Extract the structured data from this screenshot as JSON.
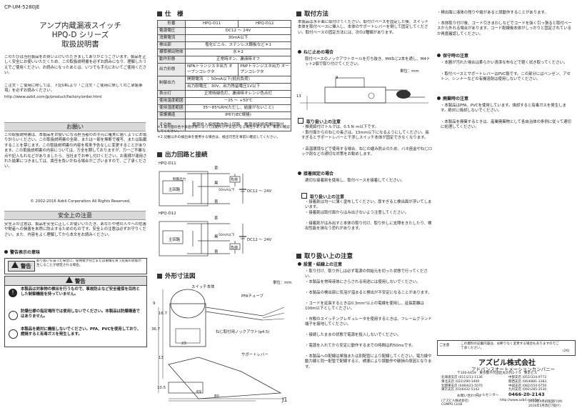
{
  "doc_code": "CP-UM-5280JE",
  "title": [
    "アンプ内蔵漏液スイッチ",
    "HPQ-D シリーズ",
    "取扱説明書"
  ],
  "intro": "このたびは当社製品をお買い上げいただきましてありがとうございます。製品を正しく安全にお使いいただくため、この取扱説明書を必ずお読みになり、理解したうえでご使用ください。お読みになったあとは、いつでも手元においてご使用ください。",
  "intro2": "ご注文・ご使用に際しては、下記URLより「ご注文・ご使用に際してのご承諾事項」を必ずお読みください。",
  "url": "http://www.azbil.com/jp/product/factory/order.html",
  "request": {
    "title": "お願い",
    "body": "この取扱説明書は、本製品をお使いになる担当者のお手元に確実に届くようにお取り計らいください。この取扱説明書の全部、または一部を無断で複写、または転載することを禁じます。この取扱説明書の内容を将来予告なしに変更することがあります。この取扱説明書の内容については、万全を期しておりますが、万一ご不審な点や記入もれなどがありましたら、当社までお申し付けください。お客様が運用された結果につきましては、責任を負いかねる場合がございますので、ご了承ください。",
    "copyright": "© 2002-2016 Azbil Corporation All Rights Reserved."
  },
  "safety": {
    "title": "安全上の注意",
    "body": "安全上の注意は、製品を安全に正しくお使いいただき、あなたや他の人々への危害や財産への損害を未然に防止するためのものです。安全上の注意は必ずお守りください。また、内容をよく理解してから本文をお読みください。",
    "symbols_head": "警告表示の意味",
    "warn_label": "警告",
    "warn_text": "取り扱いを誤った場合に、使用者が死亡または重傷を負う危険の状態が生じることが想定される場合。",
    "warn_title": "警告",
    "w1": "本製品は対象物の検出を行うもので、事故防止など安全確保を目的とした制御機能を持っていません。",
    "w2": "防爆仕様の指定場所では使用しないでください。本製品は防爆構造ではありません。",
    "w3": "本製品を絶対に機能しないでください。PFA、PVCを使用しており、燃焼すると有毒ガスを発生します。"
  },
  "spec": {
    "title": "仕　様",
    "rows": [
      [
        "形番",
        "HPQ-D11",
        "HPQ-D12"
      ],
      [
        "電源電圧",
        "DC12 ～ 24V",
        ""
      ],
      [
        "消費電流",
        "30mA以下",
        ""
      ],
      [
        "検出部",
        "塩化ビニル、ステンレス鋼板など＊1",
        ""
      ],
      [
        "標準検出物体",
        "水＊2",
        ""
      ],
      [
        "動作形態",
        "正常時オン、漏液時オフ",
        ""
      ],
      [
        "出力形態",
        "NPNトランジスタ出力 オープンコレクタ",
        "PNPトランジスタ出力 オープンコレクタ"
      ],
      [
        "制御出力",
        "開閉電流　：50mA以下(抵抗負荷)",
        ""
      ],
      [
        "",
        "出力耐電圧：30V、出力残留電圧1V以下",
        ""
      ],
      [
        "表示灯",
        "正常時緑色灯、漏液時オレンジ色点灯",
        ""
      ],
      [
        "使用温度範囲",
        "－25 ～ +50℃",
        ""
      ],
      [
        "使用湿度範囲",
        "35～85%RH(ただし、結露がないこと)",
        ""
      ],
      [
        "保護構造",
        "IP67(IEC規格)",
        ""
      ],
      [
        "その他",
        "電源投入時誤動作防止回路、電源逆接続保護回路付",
        ""
      ]
    ],
    "note1": "＊1 取付面の色や表面状態によっては動作が不安定になる場合があります。事前に確認してください。",
    "note2": "＊2 記載以外の検出体を使用する場合は、検出可否を事前に確認してください。"
  },
  "circuit": {
    "title": "出力回路と接続",
    "d11": "HPQ-D11",
    "d12": "HPQ-D12",
    "main": "主回路",
    "brown": "茶",
    "blue": "青",
    "black": "黒",
    "load": "負荷",
    "ma": "50mA以下",
    "dc": "DC12 ～ 24V",
    "protect": "制御出力"
  },
  "dims": {
    "title": "外形寸法図",
    "unit": "単位：mm",
    "body": "スイッチ本体",
    "pfa": "PFAチューブ",
    "knock": "ねじ取付用ノックアウト(φ4.5)",
    "lever": "サポートレバー",
    "d1": "9",
    "d2": "16.7",
    "d3": "36.7",
    "d4": "23",
    "d5": "13",
    "d6": "10.5",
    "d7": "69",
    "d8": "80"
  },
  "mount": {
    "title": "取付方法",
    "body": "本製品は水平面に取付けてください。取付けベースを固定した後、スイッチ本体を取付ベースに挿入し、本体のサポートレバーを倒して固定してください。取付ベースの固定方法には、次の2種類があります。",
    "screw_head": "ねじ止めの場合",
    "screw_body": "取付ベースのノックアウトホールを打ち抜き、M4ねじ2本を通し、M4ナット2個で取り付けてください。",
    "unit": "単位：mm",
    "care_head": "取り扱い上の注意",
    "c1": "・推奨締付けトルクは、0.5 N･m以下です。",
    "c2": "・取付面からのねじの長さは、13mm以下になるようにしてください。長すぎるとサポートレバーと干渉しスイッチ本体が固定できなくなります。",
    "c3": "・高温環境などで使用する場合、ねじの緩み防止のため、バネ座金やねじロック剤などの適切な対策をお勧めします。",
    "tape_head": "接着固定の場合",
    "tape_body": "適切な接着剤を使用し、取付ベースを接着してください。",
    "care2_head": "取り扱い上の注意",
    "t1": "・接着剤は均一に薄く塗布してください。厚すぎると検出面が浮いてしまいます。",
    "t2": "・接着剤は取付面からはみ出さないよう注意してください。",
    "t3": "・接着剤がはみ出すと本体の取り付け、取り外しに支障をきたしたり、検出性能を損なう恐れがあります。"
  },
  "handling": {
    "title": "取り扱い上の注意",
    "sub": "設置・結線上の注意",
    "h": [
      "・取り付け、取り外しは必ず電源の供給元を切った状態で行ってください。",
      "・本製品を常時液体にさらされる用途には使用しないでください。",
      "・本製品の検出部に気泡が溜まると検出が不安定になることがあります。",
      "・コードを延長するときは0.3mm²以上の電線を使用し、延長距離は100m以下としてください。",
      "・市販のスイッチングレギュレータを使用するときは、フレームグランド端子を接地してください。",
      "・接続したままの状態で電源を投入しないでください。",
      "・電源を入れてから安定に動作するまでの時間は約50msです。",
      "・本製品への配線は単独または別配管により配線してください。電力線や動力線と同一配管で配線すると、誘導により誤動作や破損の原因となります。"
    ]
  },
  "col4": {
    "cont": [
      "・検出面に液体の残りや霜があると誤動作することがあります。",
      "・本体取り付け後、コード引きまわしなどでコードを強く引っ張ると取付ベースから外れる場合があります。コード配線後本体がしっかりと固定されているか再度確認してください。"
    ],
    "maint_head": "保守時の注意",
    "maint": [
      "・本器が汚れた場合は柔らかい清潔な布などで軽く拭き取ってください。",
      "・取付ベースとサポートレバーはPVC製です。この部分にはベンゼン、アセトン、シンナーなどの有機溶剤は使用しないでください。"
    ],
    "disp_head": "廃棄時の注意",
    "disp": [
      "・本製品はPFA、PVCを使用しています。焼却すると有毒ガスを発生します。絶対に焼却しないでください。",
      "・本製品を廃棄するときは、産業廃棄物として各自治体の条例に従って適切に処理してください。"
    ],
    "contact_label": "ご注意",
    "contact": "この資料の記載内容は、お断りなく変更する場合もありますのでご了承ください。",
    "contact_code": "(26)",
    "company": "アズビル株式会社",
    "division": "アドバンスオートメーションカンパニー",
    "address": "〒100-6419　東京都千代田区丸の内2-7-3　東京ビル",
    "offices": [
      "北海道支店 (011)211-1136",
      "東北支店 (022)290-1400",
      "北関東支店 (048)621-5070",
      "東京支店 (03)6432-5142",
      "中部支店 (052)324-9772",
      "関西支店 (06)6881-3383",
      "中国支店 (082)554-0750",
      "九州支店 (092)285-3530"
    ],
    "phone_label": "お問い合わせは",
    "phone": "0466-20-2143",
    "service_label": "コールセンター",
    "web": "http://www.azbil.com/jp/",
    "logo": "COMPO CLUB",
    "club": "(アズビル株式会社)",
    "date1": "2002年9月初版発行(M)",
    "date2": "2016年5月改訂7版(Y)"
  },
  "page": "J1"
}
